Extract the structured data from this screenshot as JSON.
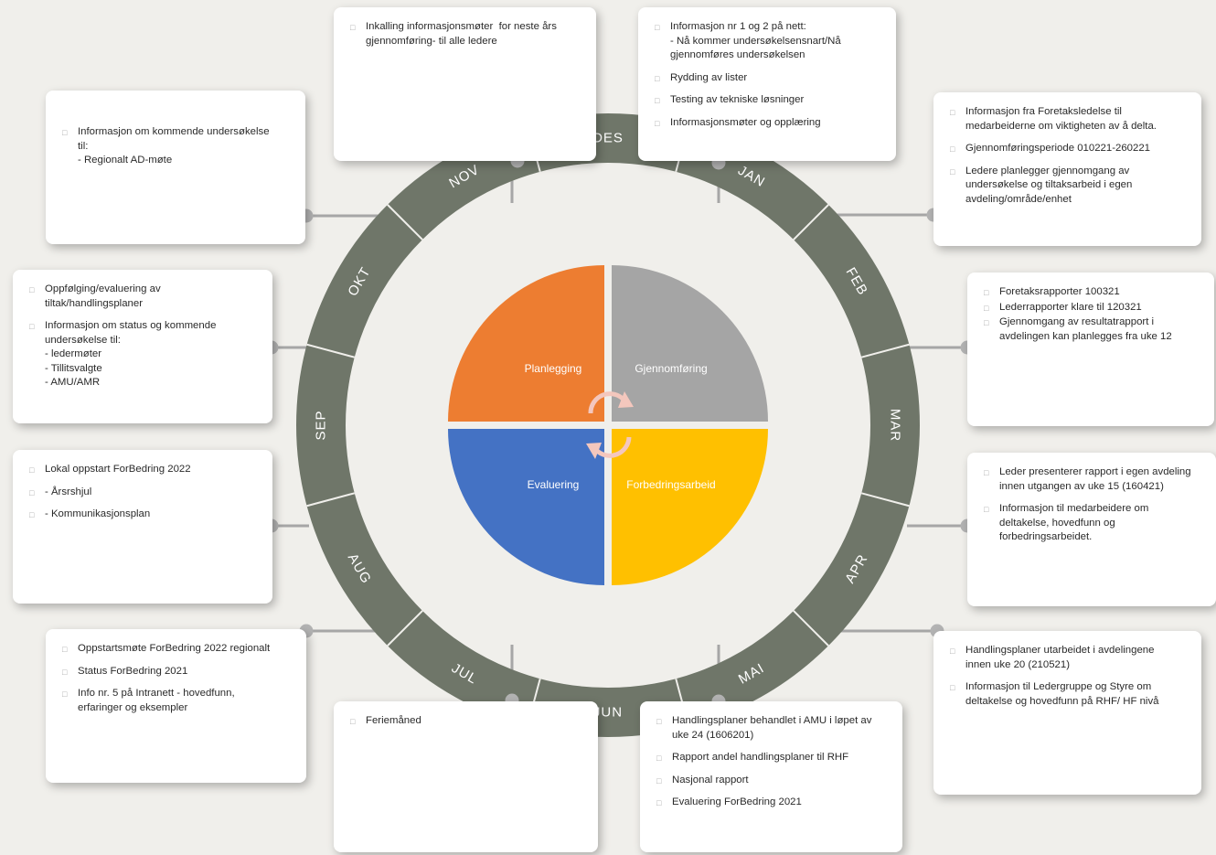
{
  "bullet_symbol": "□",
  "months": [
    "JAN",
    "FEB",
    "MAR",
    "APR",
    "MAI",
    "JUN",
    "JUL",
    "AUG",
    "SEP",
    "OKT",
    "NOV",
    "DES"
  ],
  "quadrants": [
    {
      "label": "Planlegging",
      "color": "#ed7d31"
    },
    {
      "label": "Gjennomføring",
      "color": "#a5a5a5"
    },
    {
      "label": "Evaluering",
      "color": "#4472c4"
    },
    {
      "label": "Forbedringsarbeid",
      "color": "#ffc000"
    }
  ],
  "colors": {
    "ring": "#6f7669",
    "ring_divider": "#f0efeb",
    "background": "#f0efeb",
    "connector": "#a6a6a6",
    "cycle_arrow": "#f4c7bd"
  },
  "boxes": {
    "des": {
      "items": [
        {
          "lines": [
            "Inkalling informasjonsmøter  for neste års",
            "gjennomføring- til alle ledere"
          ]
        }
      ]
    },
    "jan": {
      "items": [
        {
          "lines": [
            "Informasjon nr 1 og 2 på nett:",
            "- Nå kommer undersøkelsensnart/Nå",
            "gjennomføres undersøkelsen"
          ]
        },
        {
          "lines": [
            "Rydding av lister"
          ]
        },
        {
          "lines": [
            "Testing av tekniske løsninger"
          ]
        },
        {
          "lines": [
            "Informasjonsmøter og opplæring"
          ]
        }
      ]
    },
    "nov": {
      "items": [
        {
          "lines": [
            "Informasjon om kommende undersøkelse",
            "til:",
            "- Regionalt AD-møte"
          ]
        }
      ]
    },
    "feb": {
      "items": [
        {
          "lines": [
            "Informasjon fra Foretaksledelse til",
            "medarbeiderne om viktigheten av å delta."
          ]
        },
        {
          "lines": [
            "Gjennomføringsperiode 010221-260221"
          ]
        },
        {
          "lines": [
            "Ledere planlegger gjennomgang av",
            "undersøkelse og tiltaksarbeid i egen",
            "avdeling/område/enhet"
          ]
        }
      ]
    },
    "okt": {
      "items": [
        {
          "lines": [
            "Oppfølging/evaluering av",
            "tiltak/handlingsplaner"
          ]
        },
        {
          "lines": [
            "Informasjon om status og kommende",
            "undersøkelse til:",
            "- ledermøter",
            "- Tillitsvalgte",
            "- AMU/AMR"
          ]
        }
      ]
    },
    "mar": {
      "items": [
        {
          "lines": [
            "Foretaksrapporter 100321"
          ]
        },
        {
          "lines": [
            "Lederrapporter klare til 120321"
          ]
        },
        {
          "lines": [
            "Gjennomgang av resultatrapport i",
            "avdelingen kan planlegges fra uke 12"
          ]
        }
      ]
    },
    "sep": {
      "items": [
        {
          "lines": [
            "Lokal oppstart ForBedring 2022"
          ]
        },
        {
          "lines": [
            "- Årsrshjul"
          ]
        },
        {
          "lines": [
            "- Kommunikasjonsplan"
          ]
        }
      ]
    },
    "apr": {
      "items": [
        {
          "lines": [
            "Leder presenterer rapport i egen avdeling",
            "innen utgangen av uke 15 (160421)"
          ]
        },
        {
          "lines": [
            "Informasjon til medarbeidere om",
            "deltakelse, hovedfunn og",
            "forbedringsarbeidet."
          ]
        }
      ]
    },
    "aug": {
      "items": [
        {
          "lines": [
            "Oppstartsmøte ForBedring 2022 regionalt"
          ]
        },
        {
          "lines": [
            "Status ForBedring 2021"
          ]
        },
        {
          "lines": [
            "Info nr. 5 på Intranett - hovedfunn,",
            "erfaringer og eksempler"
          ]
        }
      ]
    },
    "mai": {
      "items": [
        {
          "lines": [
            "Handlingsplaner utarbeidet i avdelingene",
            "innen uke 20 (210521)"
          ]
        },
        {
          "lines": [
            "Informasjon til Ledergruppe og Styre om",
            "deltakelse og hovedfunn på RHF/ HF nivå"
          ]
        }
      ]
    },
    "jul": {
      "items": [
        {
          "lines": [
            "Feriemåned"
          ]
        }
      ]
    },
    "jun": {
      "items": [
        {
          "lines": [
            "Handlingsplaner behandlet i AMU i løpet av",
            "uke 24 (1606201)"
          ]
        },
        {
          "lines": [
            "Rapport andel handlingsplaner til RHF"
          ]
        },
        {
          "lines": [
            "Nasjonal rapport"
          ]
        },
        {
          "lines": [
            "Evaluering ForBedring 2021"
          ]
        }
      ]
    }
  }
}
